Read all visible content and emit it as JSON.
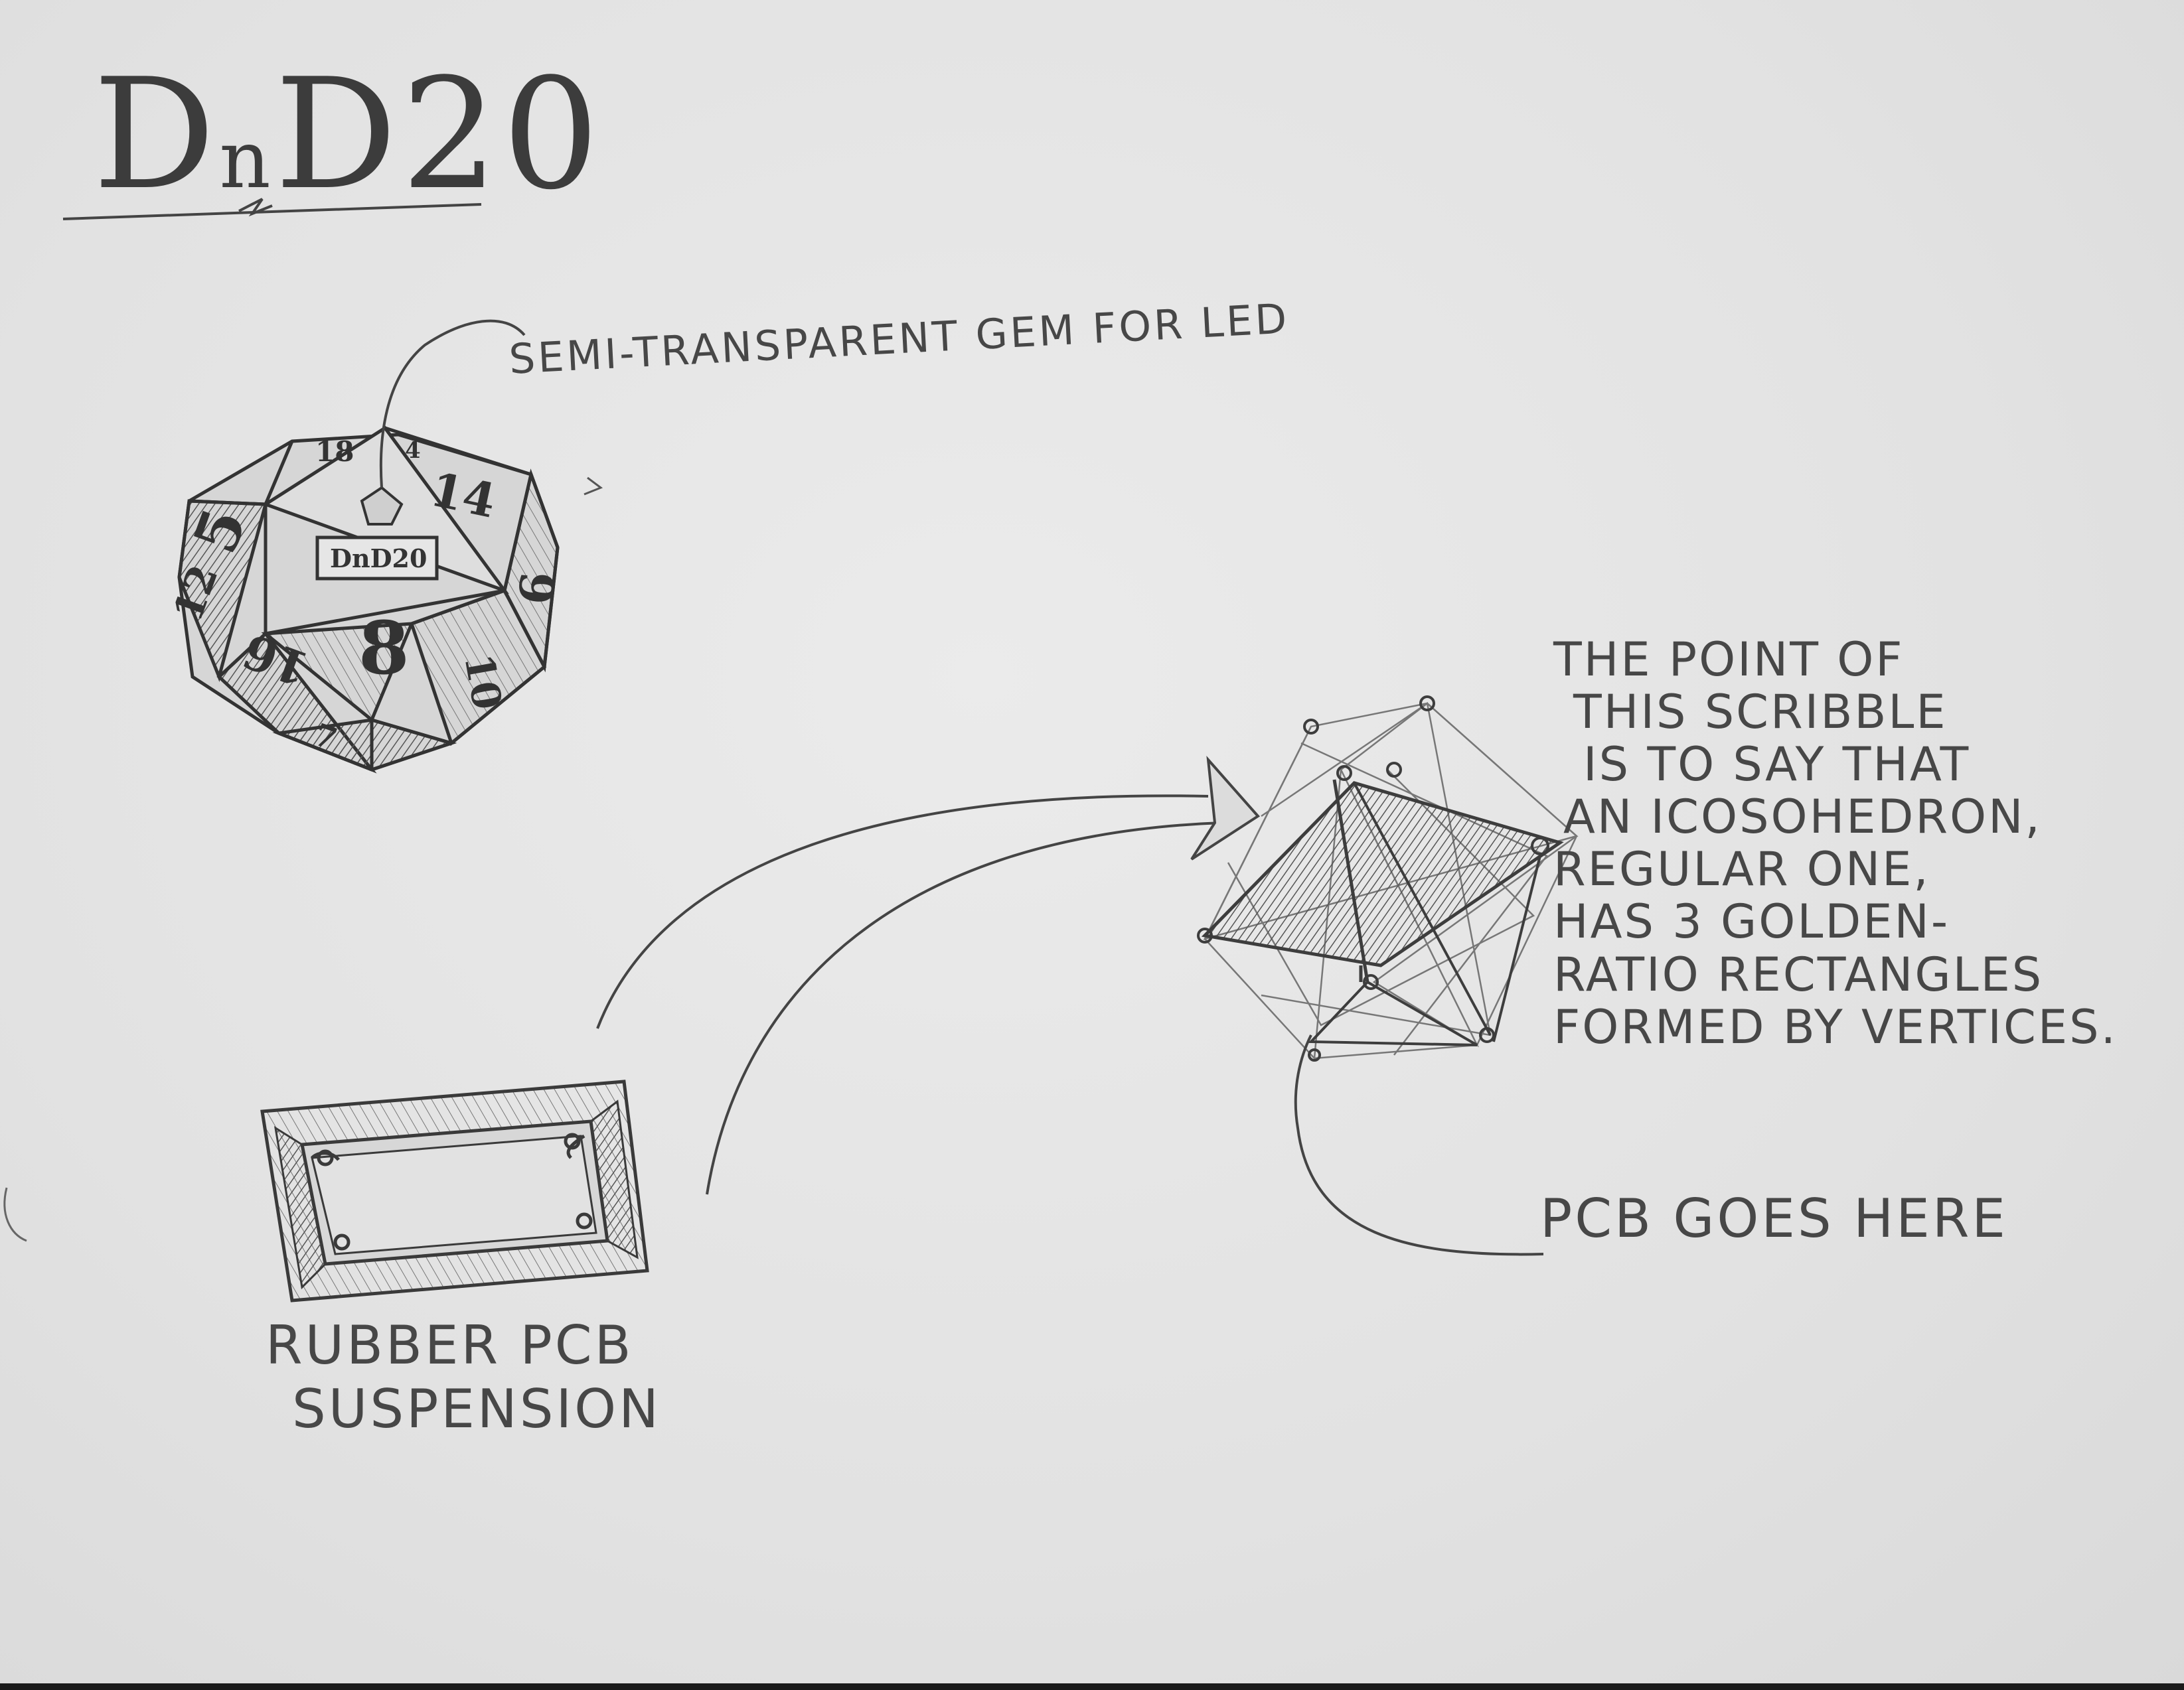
{
  "title": {
    "main": "DnD20",
    "prefix": "D",
    "small": "n",
    "suffix": "D20"
  },
  "die": {
    "badge": "DnD20",
    "numbers": [
      "18",
      "4",
      "14",
      "5",
      "12",
      "9",
      "16",
      "8",
      "10",
      "7"
    ]
  },
  "labels": {
    "gem": "SEMI-TRANSPARENT GEM FOR LED",
    "pcb_here": "PCB GOES HERE",
    "rubber": [
      "RUBBER PCB",
      "SUSPENSION"
    ]
  },
  "note": {
    "lines": [
      "THE POINT OF",
      "THIS SCRIBBLE",
      "IS TO SAY THAT",
      "AN ICOSOHEDRON,",
      "REGULAR ONE,",
      "HAS 3 GOLDEN-",
      "RATIO RECTANGLES",
      "FORMED BY VERTICES."
    ]
  },
  "colors": {
    "paper": "#e4e4e4",
    "pencil": "#3a3a3a",
    "shade": "#5a5a5a"
  }
}
